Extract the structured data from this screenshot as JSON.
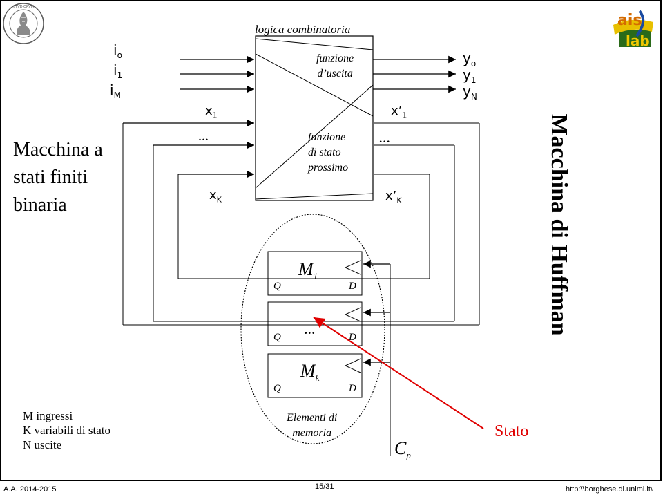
{
  "title": "Macchina di Huffman",
  "body_text": [
    "Macchina a",
    "stati finiti",
    "binaria"
  ],
  "diagram": {
    "logic_block_label": "logica combinatoria",
    "output_function_label": [
      "funzione",
      "d’uscita"
    ],
    "next_state_function_label": [
      "funzione",
      "di stato",
      "prossimo"
    ],
    "inputs": [
      {
        "base": "i",
        "sub": "o"
      },
      {
        "base": "i",
        "sub": "1"
      },
      {
        "base": "i",
        "sub": "M"
      }
    ],
    "outputs": [
      {
        "base": "y",
        "sub": "o"
      },
      {
        "base": "y",
        "sub": "1"
      },
      {
        "base": "y",
        "sub": "N"
      }
    ],
    "state_inputs": [
      {
        "base": "x",
        "sub": "1"
      },
      {
        "base": "x",
        "sub": "K"
      }
    ],
    "state_outputs": [
      {
        "base": "x’",
        "sub": "1"
      },
      {
        "base": "x’",
        "sub": "K"
      }
    ],
    "ellipsis": "...",
    "memory_cells": [
      {
        "name": "M",
        "sub": "1",
        "q": "Q",
        "d": "D"
      },
      {
        "name": "...",
        "sub": "",
        "q": "Q",
        "d": "D"
      },
      {
        "name": "M",
        "sub": "k",
        "q": "Q",
        "d": "D"
      }
    ],
    "memory_label": [
      "Elementi di",
      "memoria"
    ],
    "clock": {
      "base": "C",
      "sub": "p"
    },
    "state_annotation": "Stato",
    "annotation_color": "#e00000"
  },
  "legend": [
    "M ingressi",
    "K variabili di stato",
    "N uscite"
  ],
  "footer": {
    "left": "A.A. 2014-2015",
    "center": "15/31",
    "right": "http:\\\\borghese.di.unimi.it\\"
  },
  "logos": {
    "left": "Universitas Studiorum Mediolanensis seal",
    "right": "ais-lab logo"
  }
}
